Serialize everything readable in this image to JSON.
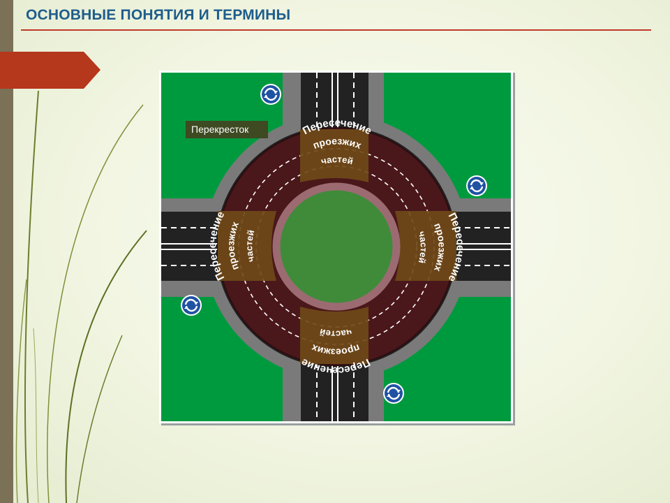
{
  "slide": {
    "title": "ОСНОВНЫЕ ПОНЯТИЯ И ТЕРМИНЫ"
  },
  "diagram": {
    "intersection_label": "Перекресток",
    "zone_line1": "Пересечение",
    "zone_line2": "проезжих",
    "zone_line3": "частей",
    "sign_icon": "roundabout-sign-icon"
  },
  "colors": {
    "title": "#1e5d8c",
    "accent_line": "#c0392b",
    "tab": "#b5371c",
    "left_bar": "#7a7156",
    "grass": "#009a3e",
    "road": "#222222",
    "sidewalk": "#7a7a7a",
    "ring": "#4a171b",
    "island": "#3f8b3a",
    "island_border": "#9c6b72",
    "zone": "#6e4a18",
    "sign": "#1f52a3"
  }
}
